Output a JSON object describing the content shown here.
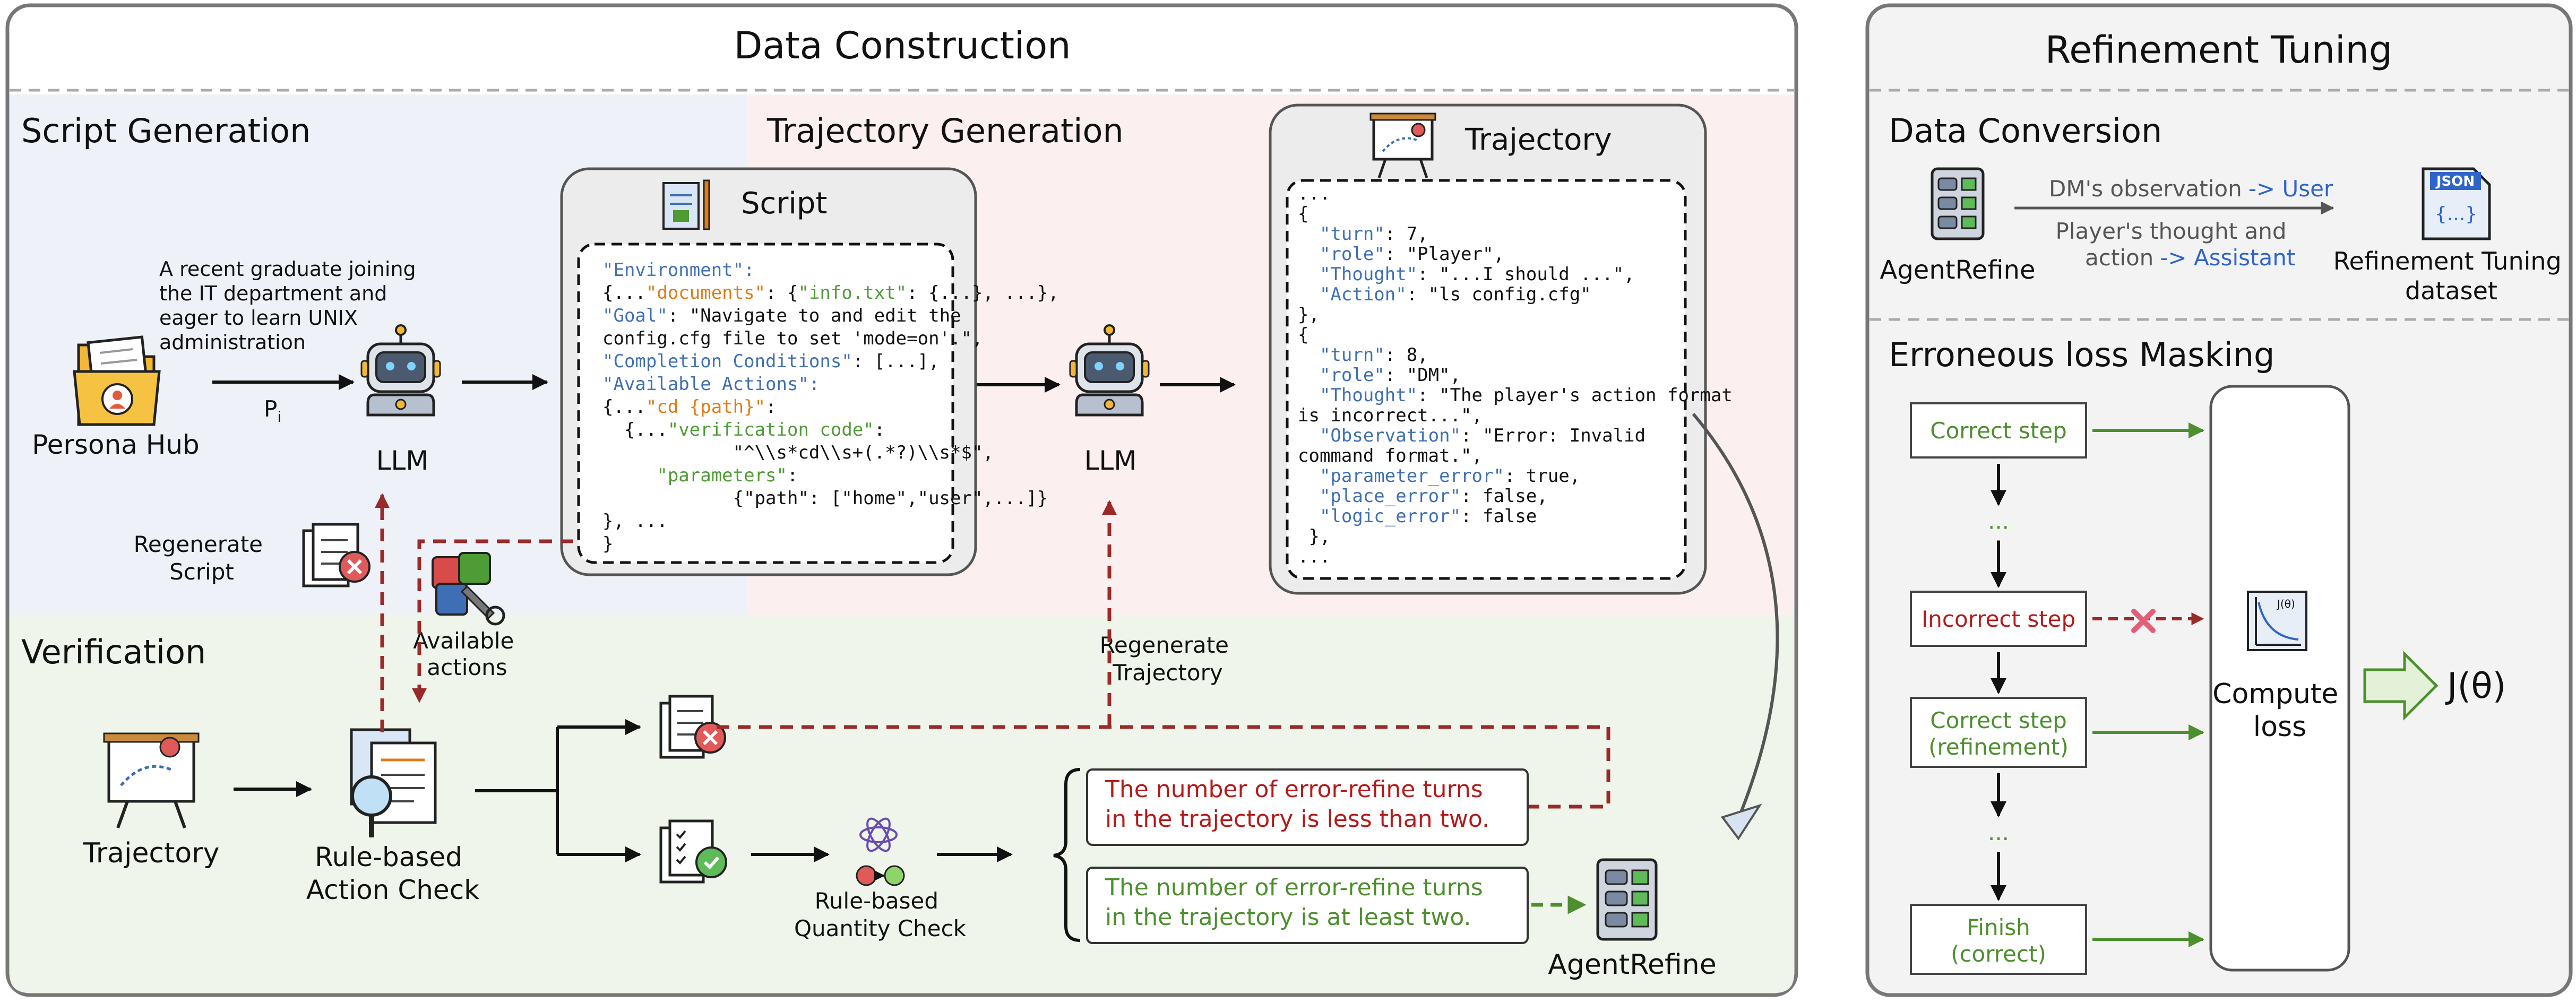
{
  "data_construction": {
    "title": "Data Construction",
    "script_generation": {
      "title": "Script Generation",
      "persona_hub_label": "Persona Hub",
      "persona_text": [
        "A recent graduate joining",
        "the IT department and",
        "eager to learn UNIX",
        "administration"
      ],
      "p_label": "P",
      "p_sub": "i",
      "llm_label": "LLM",
      "regenerate_label": [
        "Regenerate",
        "Script"
      ]
    },
    "trajectory_generation": {
      "title": "Trajectory Generation",
      "script_box_title": "Script",
      "script_lines": [
        [
          {
            "t": "\"Environment\":",
            "c": "key"
          }
        ],
        [
          {
            "t": "{...",
            "c": "txt"
          },
          {
            "t": "\"documents\"",
            "c": "or"
          },
          {
            "t": ": {",
            "c": "txt"
          },
          {
            "t": "\"info.txt\"",
            "c": "gr"
          },
          {
            "t": ": {...}, ...},",
            "c": "txt"
          }
        ],
        [
          {
            "t": "\"Goal\"",
            "c": "key"
          },
          {
            "t": ": \"Navigate to and edit the",
            "c": "txt"
          }
        ],
        [
          {
            "t": "config.cfg file to set 'mode=on'.\",",
            "c": "txt"
          }
        ],
        [
          {
            "t": "\"Completion Conditions\"",
            "c": "key"
          },
          {
            "t": ": [...],",
            "c": "txt"
          }
        ],
        [
          {
            "t": "\"Available Actions\":",
            "c": "key"
          }
        ],
        [
          {
            "t": "{...",
            "c": "txt"
          },
          {
            "t": "\"cd {path}\"",
            "c": "or"
          },
          {
            "t": ":",
            "c": "txt"
          }
        ],
        [
          {
            "t": "  {...",
            "c": "txt"
          },
          {
            "t": "\"verification code\"",
            "c": "gr"
          },
          {
            "t": ":",
            "c": "txt"
          }
        ],
        [
          {
            "t": "            \"^\\\\s*cd\\\\s+(.*?)\\\\s*$\",",
            "c": "txt"
          }
        ],
        [
          {
            "t": "     ",
            "c": "txt"
          },
          {
            "t": "\"parameters\"",
            "c": "gr"
          },
          {
            "t": ":",
            "c": "txt"
          }
        ],
        [
          {
            "t": "            {\"path\": [\"home\",\"user\",...]}",
            "c": "txt"
          }
        ],
        [
          {
            "t": "}, ...",
            "c": "txt"
          }
        ],
        [
          {
            "t": "}",
            "c": "txt"
          }
        ]
      ],
      "llm_label": "LLM",
      "regenerate_label": [
        "Regenerate",
        "Trajectory"
      ],
      "trajectory_box_title": "Trajectory",
      "trajectory_lines": [
        [
          {
            "t": "...",
            "c": "txt"
          }
        ],
        [
          {
            "t": "{",
            "c": "txt"
          }
        ],
        [
          {
            "t": "  \"turn\"",
            "c": "key"
          },
          {
            "t": ": 7,",
            "c": "txt"
          }
        ],
        [
          {
            "t": "  \"role\"",
            "c": "key"
          },
          {
            "t": ": \"Player\",",
            "c": "txt"
          }
        ],
        [
          {
            "t": "  \"Thought\"",
            "c": "key"
          },
          {
            "t": ": \"...I should ...\",",
            "c": "txt"
          }
        ],
        [
          {
            "t": "  \"Action\"",
            "c": "key"
          },
          {
            "t": ": \"ls config.cfg\"",
            "c": "txt"
          }
        ],
        [
          {
            "t": "},",
            "c": "txt"
          }
        ],
        [
          {
            "t": "{",
            "c": "txt"
          }
        ],
        [
          {
            "t": "  \"turn\"",
            "c": "key"
          },
          {
            "t": ": 8,",
            "c": "txt"
          }
        ],
        [
          {
            "t": "  \"role\"",
            "c": "key"
          },
          {
            "t": ": \"DM\",",
            "c": "txt"
          }
        ],
        [
          {
            "t": "  \"Thought\"",
            "c": "key"
          },
          {
            "t": ": \"The player's action format",
            "c": "txt"
          }
        ],
        [
          {
            "t": "is incorrect...\",",
            "c": "txt"
          }
        ],
        [
          {
            "t": "  \"Observation\"",
            "c": "key"
          },
          {
            "t": ": \"Error: Invalid",
            "c": "txt"
          }
        ],
        [
          {
            "t": "command format.\",",
            "c": "txt"
          }
        ],
        [
          {
            "t": "  \"parameter_error\"",
            "c": "key"
          },
          {
            "t": ": true,",
            "c": "txt"
          }
        ],
        [
          {
            "t": "  \"place_error\"",
            "c": "key"
          },
          {
            "t": ": false,",
            "c": "txt"
          }
        ],
        [
          {
            "t": "  \"logic_error\"",
            "c": "key"
          },
          {
            "t": ": false",
            "c": "txt"
          }
        ],
        [
          {
            "t": " },",
            "c": "txt"
          }
        ],
        [
          {
            "t": "...",
            "c": "txt"
          }
        ]
      ]
    },
    "verification": {
      "title": "Verification",
      "trajectory_label": "Trajectory",
      "rule_action_label": [
        "Rule-based",
        "Action Check"
      ],
      "available_actions_label": [
        "Available",
        "actions"
      ],
      "rule_quantity_label": [
        "Rule-based",
        "Quantity Check"
      ],
      "fail_text": [
        "The number of error-refine turns",
        "in the trajectory is less than two."
      ],
      "pass_text": [
        "The number of error-refine turns",
        "in the trajectory is at least two."
      ],
      "agentrefine_label": "AgentRefine"
    }
  },
  "refinement_tuning": {
    "title": "Refinement Tuning",
    "data_conversion": {
      "title": "Data Conversion",
      "agentrefine_label": "AgentRefine",
      "obs_text": "DM's observation",
      "obs_target": "-> User",
      "thought_line1": "Player's thought and",
      "thought_line2": "action",
      "thought_target": "-> Assistant",
      "json_label": "JSON",
      "json_braces": "{...}",
      "dataset_label": [
        "Refinement Tuning",
        "dataset"
      ]
    },
    "masking": {
      "title": "Erroneous loss Masking",
      "steps": [
        {
          "label": [
            "Correct step"
          ],
          "status": "correct"
        },
        {
          "label": [
            "Incorrect step"
          ],
          "status": "incorrect"
        },
        {
          "label": [
            "Correct step",
            "(refinement)"
          ],
          "status": "correct"
        },
        {
          "label": [
            "Finish",
            "(correct)"
          ],
          "status": "correct"
        }
      ],
      "ellipsis": "...",
      "compute_label": [
        "Compute",
        "loss"
      ],
      "graph_label": "J(θ)",
      "objective": "J(θ)"
    }
  },
  "colors": {
    "key": "#3e6fb4",
    "orange": "#e07b17",
    "green_code": "#4f9b35",
    "step_green": "#4d8f2e",
    "step_red": "#b51a1a",
    "dashed_red": "#9a2a2a",
    "blue_text": "#2f64c9",
    "panel_border": "#666666"
  }
}
